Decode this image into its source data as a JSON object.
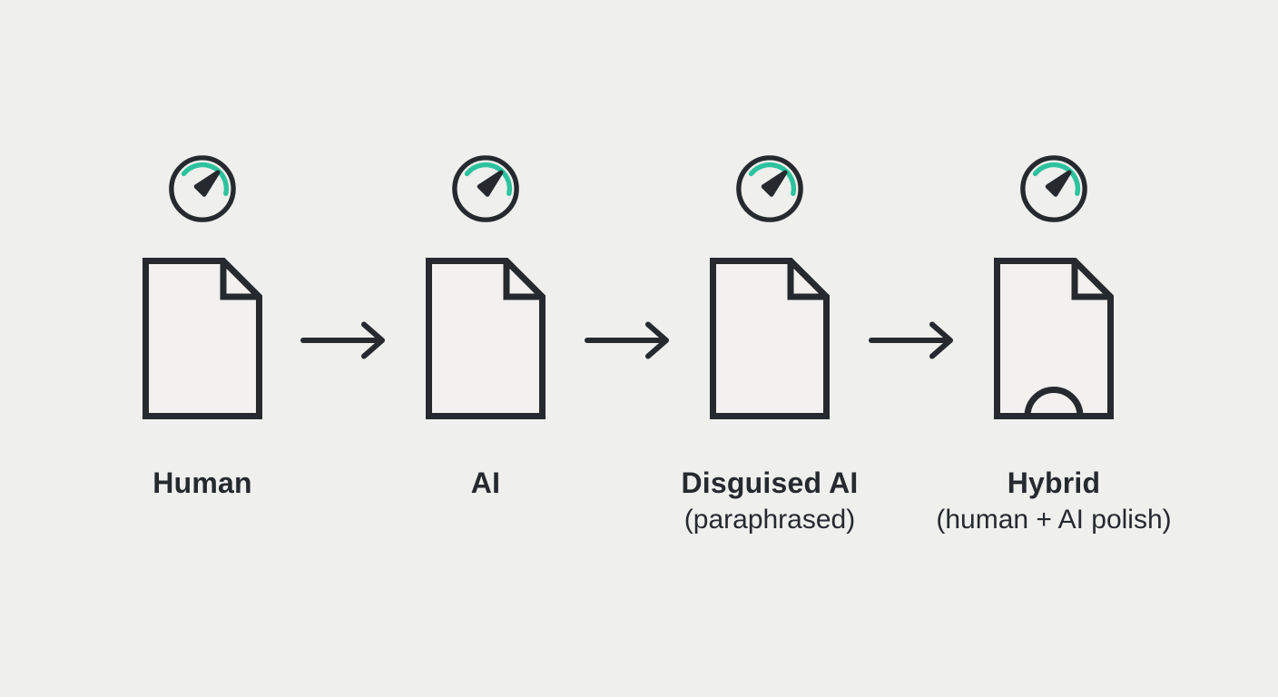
{
  "diagram": {
    "description": "Four-stage flow of document types, each with a detection-gauge icon above it, connected by right arrows",
    "stages": [
      {
        "label": "Human",
        "sublabel": "",
        "icon": "document-icon",
        "gauge_icon": "speedometer-gauge-icon"
      },
      {
        "label": "AI",
        "sublabel": "",
        "icon": "document-icon",
        "gauge_icon": "speedometer-gauge-icon"
      },
      {
        "label": "Disguised AI",
        "sublabel": "(paraphrased)",
        "icon": "document-icon",
        "gauge_icon": "speedometer-gauge-icon"
      },
      {
        "label": "Hybrid",
        "sublabel": "(human + AI polish)",
        "icon": "document-hybrid-icon",
        "gauge_icon": "speedometer-gauge-icon"
      }
    ],
    "connectors": [
      {
        "type": "right-arrow",
        "from": "Human",
        "to": "AI"
      },
      {
        "type": "right-arrow",
        "from": "AI",
        "to": "Disguised AI"
      },
      {
        "type": "right-arrow",
        "from": "Disguised AI",
        "to": "Hybrid"
      }
    ],
    "colors": {
      "background": "#efefed",
      "ink": "#26292e",
      "accent_teal": "#2cc29d",
      "document_fill": "#f2f1ef"
    }
  }
}
